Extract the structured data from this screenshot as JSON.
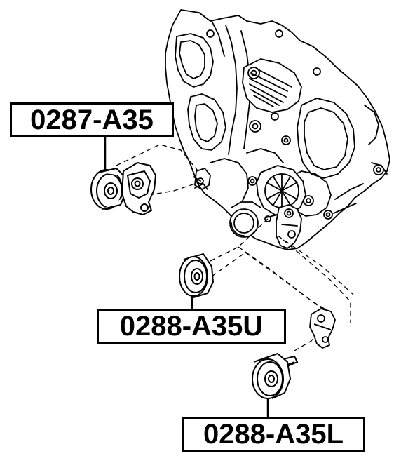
{
  "labels": {
    "idler_pulley_upper_left": "0287-A35",
    "idler_pulley_upper": "0288-A35U",
    "idler_pulley_lower": "0288-A35L"
  },
  "colors": {
    "ink": "#000000",
    "background": "#ffffff"
  }
}
